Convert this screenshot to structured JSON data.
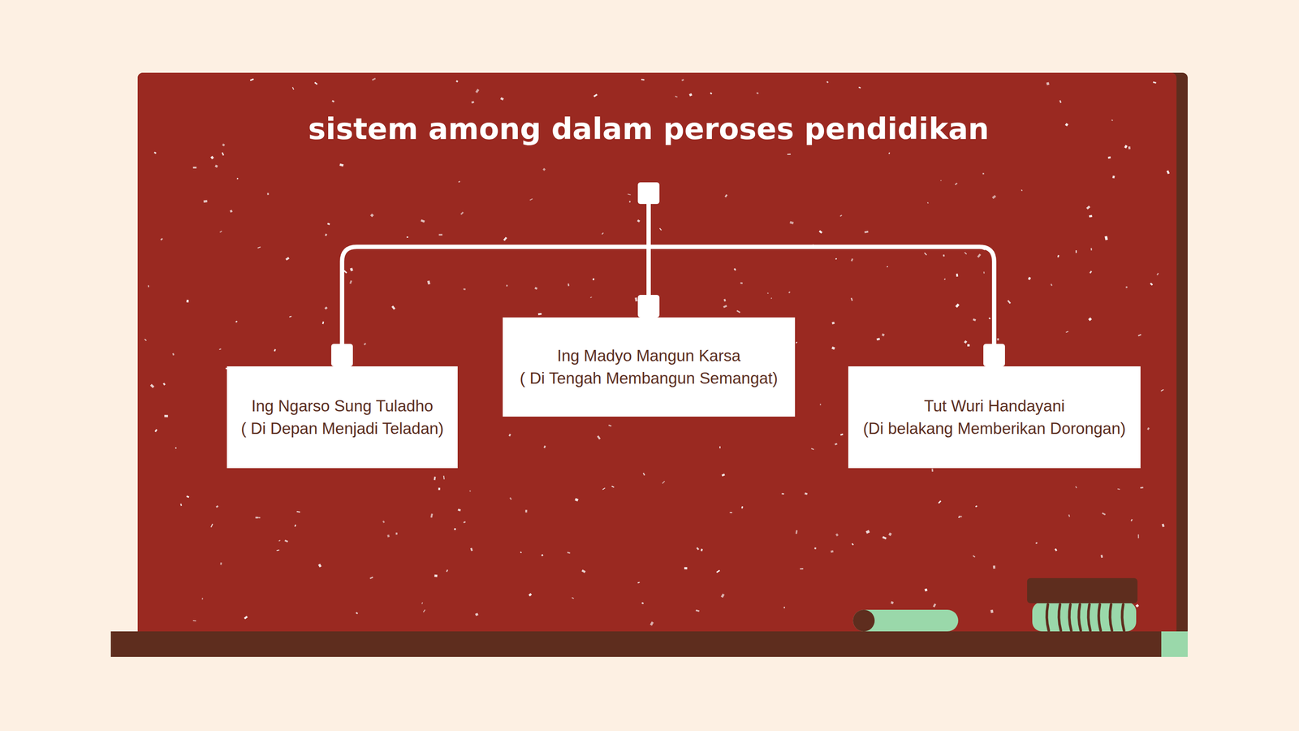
{
  "diagram": {
    "title": "sistem among dalam peroses pendidikan",
    "nodes": [
      {
        "text": [
          "Ing Ngarso Sung Tuladho",
          "( Di Depan Menjadi Teladan)"
        ]
      },
      {
        "text": [
          "Ing Madyo Mangun Karsa",
          "( Di Tengah Membangun Semangat)"
        ]
      },
      {
        "text": [
          "Tut Wuri Handayani",
          "(Di belakang Memberikan Dorongan)"
        ]
      }
    ]
  }
}
